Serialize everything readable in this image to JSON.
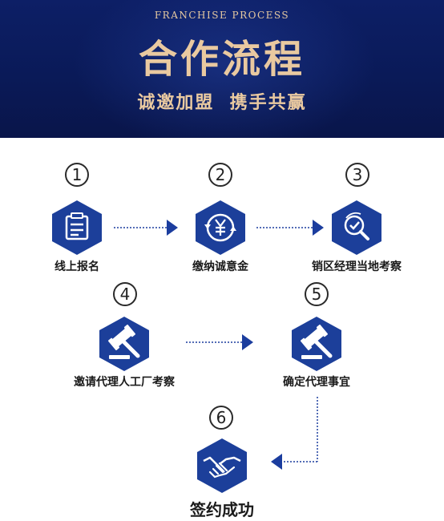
{
  "header": {
    "subtitle_en": "FRANCHISE PROCESS",
    "title": "合作流程",
    "slogan": "诚邀加盟  携手共赢"
  },
  "steps": [
    {
      "number": "1",
      "label": "线上报名",
      "icon": "clipboard-icon"
    },
    {
      "number": "2",
      "label": "缴纳诚意金",
      "icon": "yuan-coin-icon"
    },
    {
      "number": "3",
      "label": "销区经理当地考察",
      "icon": "magnifier-check-icon"
    },
    {
      "number": "4",
      "label": "邀请代理人工厂考察",
      "icon": "gavel-icon"
    },
    {
      "number": "5",
      "label": "确定代理事宜",
      "icon": "gavel-icon"
    },
    {
      "number": "6",
      "label": "签约成功",
      "icon": "handshake-icon"
    }
  ],
  "colors": {
    "header_bg": "#0a1a58",
    "accent_gold": "#e9c9a0",
    "icon_blue": "#1c3f9a",
    "arrow_blue": "#1b3d9e"
  }
}
